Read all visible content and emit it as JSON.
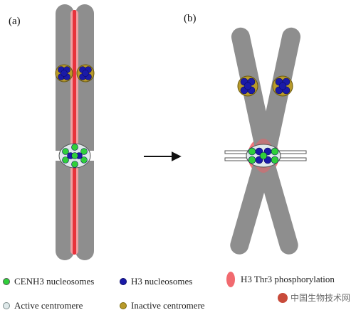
{
  "panels": {
    "a_label": "(a)",
    "b_label": "(b)"
  },
  "legend": {
    "cenh3": "CENH3 nucleosomes",
    "h3": "H3 nucleosomes",
    "h3_thr3": "H3 Thr3 phosphorylation",
    "active": "Active centromere",
    "inactive": "Inactive centromere"
  },
  "watermark": "中国生物技术网",
  "colors": {
    "chromatid": "#8e8e8e",
    "phospho_red": "#f25d63",
    "cenh3_green": "#2fcf3a",
    "h3_blue": "#1a1aa8",
    "active_fill": "#dfe9ea",
    "inactive_fill": "#b89a2a"
  },
  "icons": {
    "arrow": "right-arrow-icon",
    "watermark_logo": "watermark-logo-icon"
  }
}
